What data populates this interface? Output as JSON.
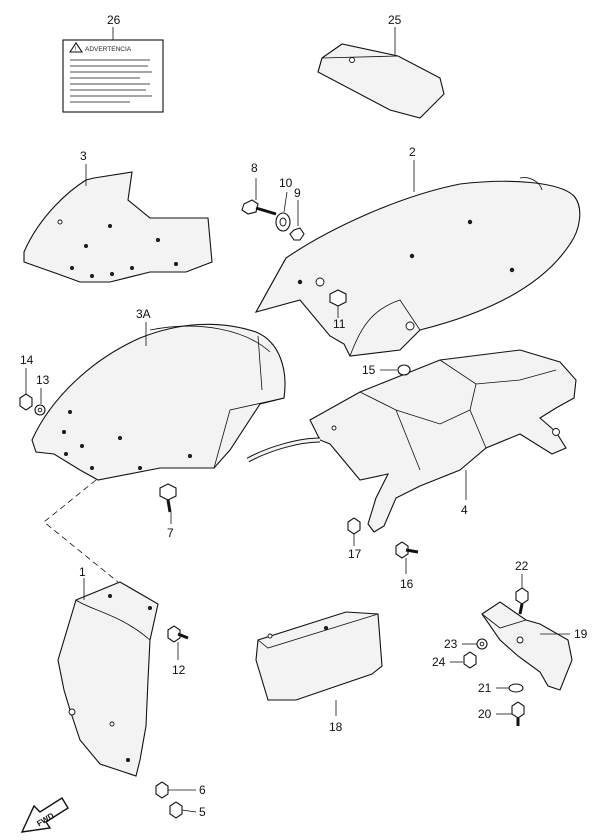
{
  "label_sticker": {
    "heading": "ADVERTENCIA"
  },
  "fwd_badge": "FWD",
  "callouts": {
    "p1": "1",
    "p2": "2",
    "p3": "3",
    "p3a": "3A",
    "p4": "4",
    "p5": "5",
    "p6": "6",
    "p7": "7",
    "p8": "8",
    "p9": "9",
    "p10": "10",
    "p11": "11",
    "p12": "12",
    "p13": "13",
    "p14": "14",
    "p15": "15",
    "p16": "16",
    "p17": "17",
    "p18": "18",
    "p19": "19",
    "p20": "20",
    "p21": "21",
    "p22": "22",
    "p23": "23",
    "p24": "24",
    "p25": "25",
    "p26": "26"
  }
}
